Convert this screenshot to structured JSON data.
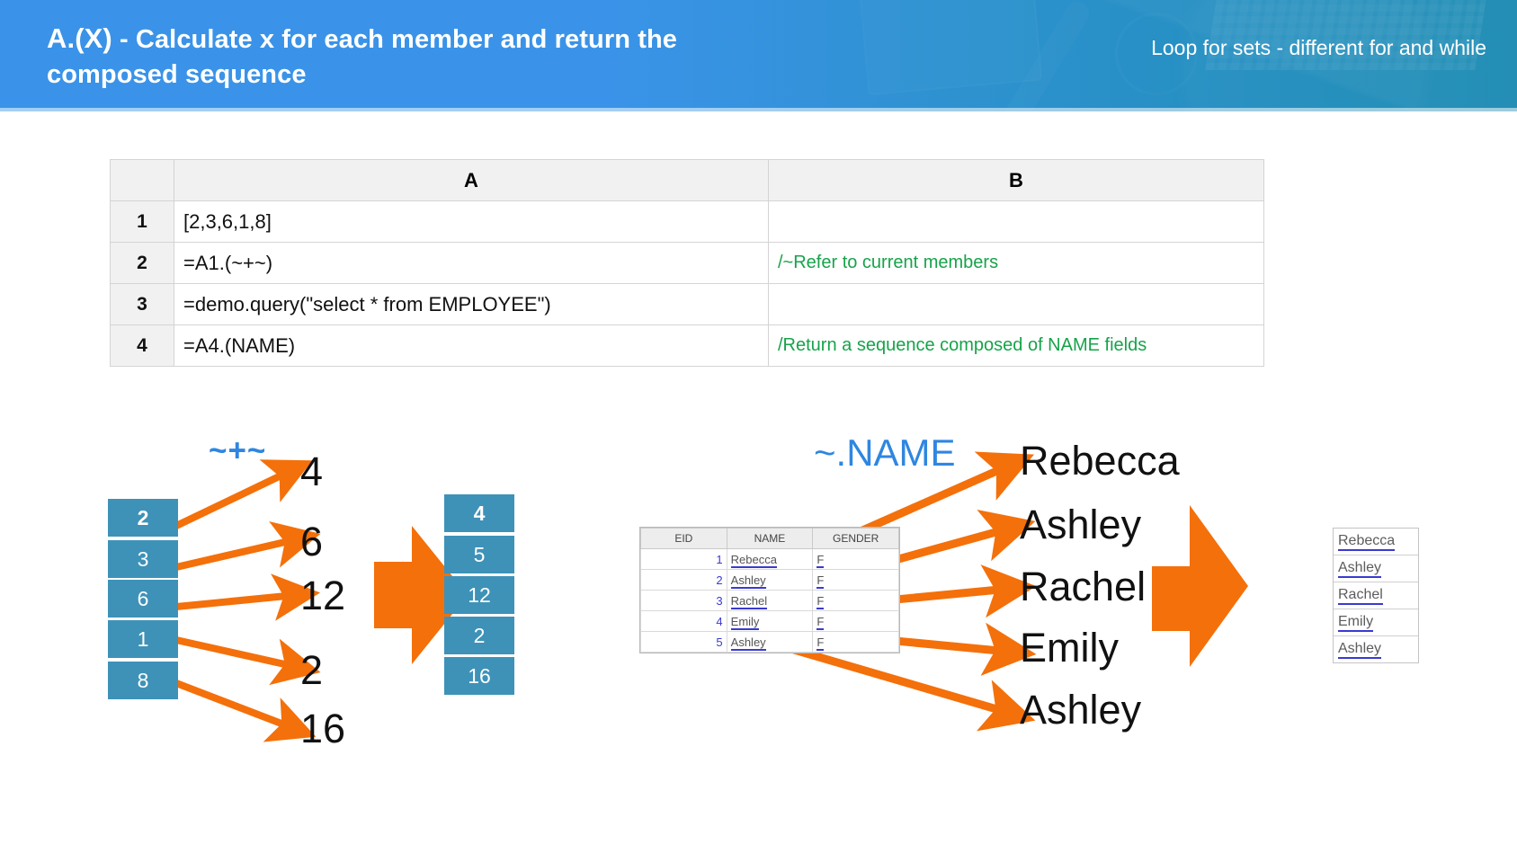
{
  "header": {
    "title_lead": "A.(X)",
    "title_rest": " - Calculate x for each member and return the composed sequence",
    "subtitle": "Loop for sets - different for and while",
    "bg_color": "#3a93e8",
    "text_color": "#ffffff"
  },
  "spreadsheet": {
    "columns": [
      "A",
      "B"
    ],
    "rows": [
      {
        "n": "1",
        "a": "[2,3,6,1,8]",
        "b": ""
      },
      {
        "n": "2",
        "a": "=A1.(~+~)",
        "b": "/~Refer to current members"
      },
      {
        "n": "3",
        "a": "=demo.query(\"select * from EMPLOYEE\")",
        "b": ""
      },
      {
        "n": "4",
        "a": "=A4.(NAME)",
        "b": "/Return a sequence composed of NAME fields"
      }
    ],
    "comment_color": "#16a34a"
  },
  "diagram_left": {
    "operator_label": "~+~",
    "operator_color": "#2f86e0",
    "source_values": [
      "2",
      "3",
      "6",
      "1",
      "8"
    ],
    "mapped_values": [
      "4",
      "6",
      "12",
      "2",
      "16"
    ],
    "result_values": [
      "4",
      "5",
      "12",
      "2",
      "16"
    ],
    "box_color": "#3e92b8",
    "arrow_color": "#f4700a"
  },
  "diagram_right": {
    "operator_label": "~.NAME",
    "operator_color": "#3d8fdc",
    "table": {
      "headers": [
        "EID",
        "NAME",
        "GENDER"
      ],
      "rows": [
        {
          "eid": "1",
          "name": "Rebecca",
          "gender": "F"
        },
        {
          "eid": "2",
          "name": "Ashley",
          "gender": "F"
        },
        {
          "eid": "3",
          "name": "Rachel",
          "gender": "F"
        },
        {
          "eid": "4",
          "name": "Emily",
          "gender": "F"
        },
        {
          "eid": "5",
          "name": "Ashley",
          "gender": "F"
        }
      ]
    },
    "mapped_names": [
      "Rebecca",
      "Ashley",
      "Rachel",
      "Emily",
      "Ashley"
    ],
    "result_names": [
      "Rebecca",
      "Ashley",
      "Rachel",
      "Emily",
      "Ashley"
    ],
    "arrow_color": "#f4700a"
  }
}
